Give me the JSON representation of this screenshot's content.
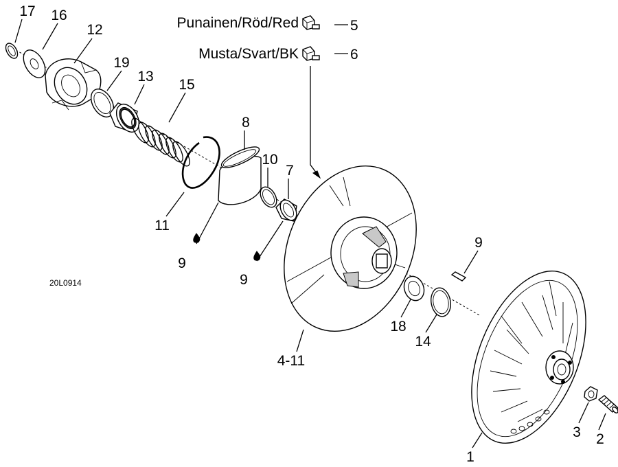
{
  "diagram": {
    "drawing_code": "20L0914",
    "color_keys": [
      {
        "label": "Punainen/Röd/Red",
        "part_number": "5"
      },
      {
        "label": "Musta/Svart/BK",
        "part_number": "6"
      }
    ],
    "callouts": {
      "c17": "17",
      "c16": "16",
      "c12": "12",
      "c19": "19",
      "c13": "13",
      "c15": "15",
      "c8": "8",
      "c10": "10",
      "c7": "7",
      "c11": "11",
      "c9a": "9",
      "c9b": "9",
      "c9c": "9",
      "c4_11": "4-11",
      "c18": "18",
      "c14": "14",
      "c1": "1",
      "c3": "3",
      "c2": "2"
    }
  }
}
